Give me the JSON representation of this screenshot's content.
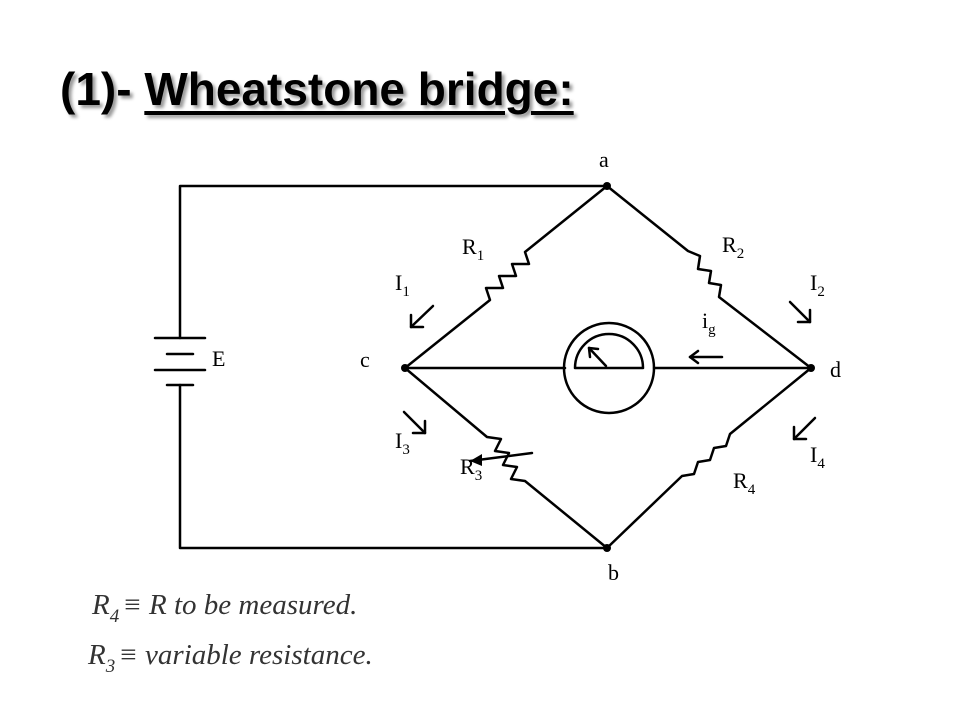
{
  "title": {
    "number": "(1)-",
    "text": "Wheatstone bridge:"
  },
  "nodes": {
    "a": "a",
    "b": "b",
    "c": "c",
    "d": "d"
  },
  "source": {
    "label": "E"
  },
  "resistors": [
    {
      "main": "R",
      "sub": "1"
    },
    {
      "main": "R",
      "sub": "2"
    },
    {
      "main": "R",
      "sub": "3"
    },
    {
      "main": "R",
      "sub": "4"
    }
  ],
  "currents": [
    {
      "main": "I",
      "sub": "1"
    },
    {
      "main": "I",
      "sub": "2"
    },
    {
      "main": "I",
      "sub": "3"
    },
    {
      "main": "I",
      "sub": "4"
    },
    {
      "main": "i",
      "sub": "g"
    }
  ],
  "notes": [
    {
      "sym": "R",
      "sub": "4",
      "text": "≡ R to be measured."
    },
    {
      "sym": "R",
      "sub": "3",
      "text": "≡ variable resistance."
    }
  ]
}
